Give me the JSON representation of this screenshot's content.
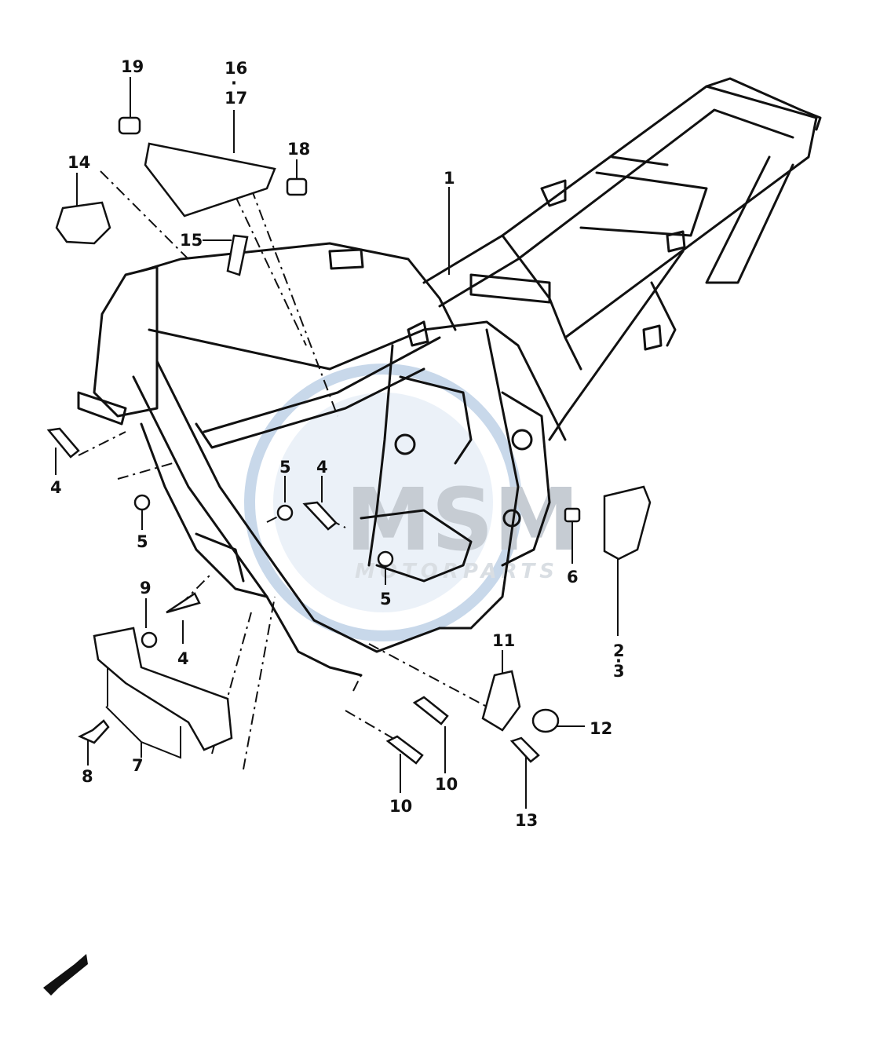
{
  "diagram": {
    "watermark": {
      "brand": "MSM",
      "sub": "MOTORPARTS"
    },
    "labels": {
      "l1": "1",
      "l2": "2",
      "l3": "3",
      "l4a": "4",
      "l4b": "4",
      "l4c": "4",
      "l5a": "5",
      "l5b": "5",
      "l5c": "5",
      "l6": "6",
      "l7": "7",
      "l8": "8",
      "l9": "9",
      "l10a": "10",
      "l10b": "10",
      "l11": "11",
      "l12": "12",
      "l13": "13",
      "l14": "14",
      "l15": "15",
      "l16": "16",
      "l17": "17",
      "l18": "18",
      "l19": "19"
    },
    "colors": {
      "line": "#111111",
      "watermark": "#c6ccd3",
      "background": "#ffffff"
    }
  }
}
